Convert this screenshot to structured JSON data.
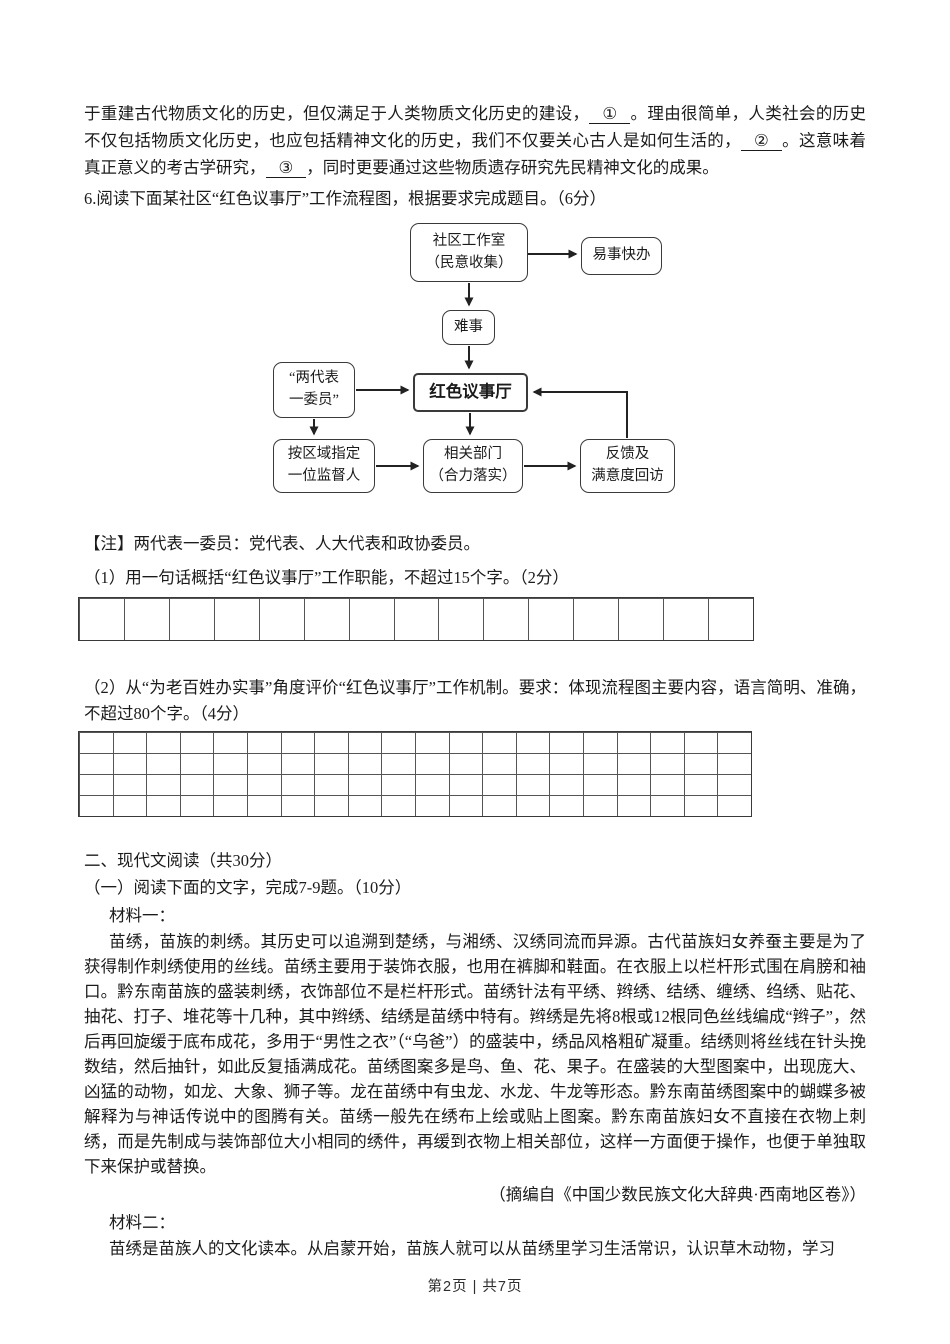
{
  "intro": {
    "seg1": "于重建古代物质文化的历史，但仅满足于人类物质文化历史的建设，",
    "blank1": "①",
    "seg2": "。理由很简单，人类社会的历史不仅包括物质文化历史，也应包括精神文化的历史，我们不仅要关心古人是如何生活的，",
    "blank2": "②",
    "seg3": "。这意味着真正意义的考古学研究，",
    "blank3": "③",
    "seg4": "，同时更要通过这些物质遗存研究先民精神文化的成果。"
  },
  "q6": {
    "stem": "6.阅读下面某社区“红色议事厅”工作流程图，根据要求完成题目。（6分）",
    "note": "【注】两代表一委员：党代表、人大代表和政协委员。",
    "sub1": "（1）用一句话概括“红色议事厅”工作职能，不超过15个字。（2分）",
    "sub2": "（2）从“为老百姓办实事”角度评价“红色议事厅”工作机制。要求：体现流程图主要内容，语言简明、准确，不超过80个字。（4分）",
    "grid1": {
      "rows": 1,
      "cols": 15
    },
    "grid2": {
      "rows": 4,
      "cols": 20
    }
  },
  "flowchart": {
    "community": {
      "line1": "社区工作室",
      "line2": "（民意收集）"
    },
    "easy": {
      "line1": "易事快办"
    },
    "hard": {
      "line1": "难事"
    },
    "reps": {
      "line1": "“两代表",
      "line2": "一委员”"
    },
    "hall": {
      "line1": "红色议事厅"
    },
    "supervisor": {
      "line1": "按区域指定",
      "line2": "一位监督人"
    },
    "depts": {
      "line1": "相关部门",
      "line2": "（合力落实）"
    },
    "feedback": {
      "line1": "反馈及",
      "line2": "满意度回访"
    }
  },
  "section2": {
    "heading": "二、现代文阅读（共30分）",
    "subheading": "（一）阅读下面的文字，完成7-9题。（10分）",
    "material1_label": "材料一：",
    "material1_text": "苗绣，苗族的刺绣。其历史可以追溯到楚绣，与湘绣、汉绣同流而异源。古代苗族妇女养蚕主要是为了获得制作刺绣使用的丝线。苗绣主要用于装饰衣服，也用在裤脚和鞋面。在衣服上以栏杆形式围在肩膀和袖口。黔东南苗族的盛装刺绣，衣饰部位不是栏杆形式。苗绣针法有平绣、辫绣、结绣、缠绣、绉绣、贴花、抽花、打子、堆花等十几种，其中辫绣、结绣是苗绣中特有。辫绣是先将8根或12根同色丝线编成“辫子”，然后再回旋缓于底布成花，多用于“男性之衣”（“乌爸”）的盛装中，绣品风格粗矿凝重。结绣则将丝线在针头挽数结，然后抽针，如此反复插满成花。苗绣图案多是鸟、鱼、花、果子。在盛装的大型图案中，出现庞大、凶猛的动物，如龙、大象、狮子等。龙在苗绣中有虫龙、水龙、牛龙等形态。黔东南苗绣图案中的蝴蝶多被解释为与神话传说中的图腾有关。苗绣一般先在绣布上绘或贴上图案。黔东南苗族妇女不直接在衣物上刺绣，而是先制成与装饰部位大小相同的绣件，再缓到衣物上相关部位，这样一方面便于操作，也便于单独取下来保护或替换。",
    "material1_source": "（摘编自《中国少数民族文化大辞典·西南地区卷》）",
    "material2_label": "材料二：",
    "material2_text": "苗绣是苗族人的文化读本。从启蒙开始，苗族人就可以从苗绣里学习生活常识，认识草木动物，学习"
  },
  "footer": {
    "text": "第2页 | 共7页"
  }
}
